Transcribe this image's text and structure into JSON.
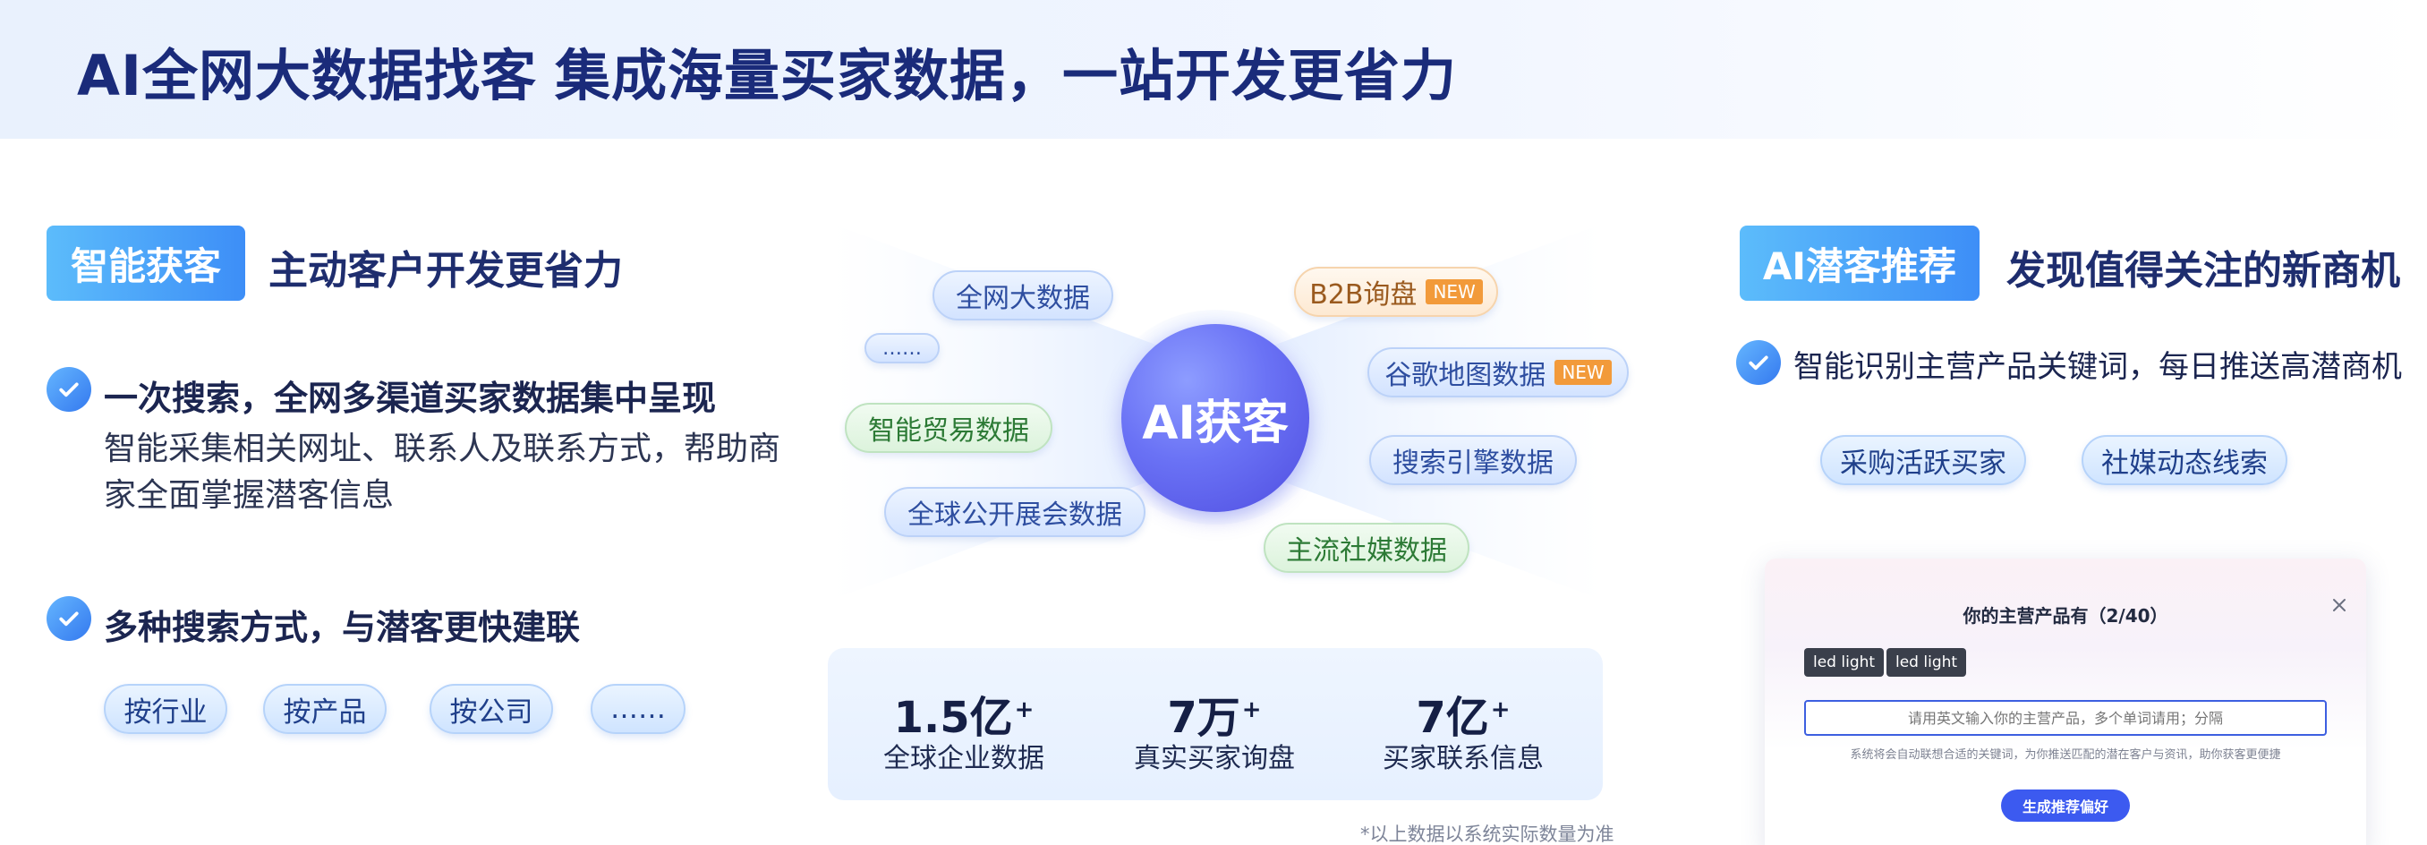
{
  "header": {
    "title": "AI全网大数据找客",
    "subtitle": "集成海量买家数据，一站开发更省力"
  },
  "left": {
    "badge": "智能获客",
    "title": "主动客户开发更省力",
    "feature1": {
      "title": "一次搜索，全网多渠道买家数据集中呈现",
      "desc": "智能采集相关网址、联系人及联系方式，帮助商家全面掌握潜客信息"
    },
    "feature2": {
      "title": "多种搜索方式，与潜客更快建联"
    },
    "pills": [
      "按行业",
      "按产品",
      "按公司",
      "……"
    ]
  },
  "center": {
    "core_label": "AI获客",
    "tags_left": [
      "全网大数据",
      "……",
      "智能贸易数据",
      "全球公开展会数据"
    ],
    "tags_right": [
      "B2B询盘",
      "谷歌地图数据",
      "搜索引擎数据",
      "主流社媒数据"
    ],
    "new_badge": "NEW",
    "stats": [
      {
        "value": "1.5亿",
        "sup": "+",
        "label": "全球企业数据"
      },
      {
        "value": "7万",
        "sup": "+",
        "label": "真实买家询盘"
      },
      {
        "value": "7亿",
        "sup": "+",
        "label": "买家联系信息"
      }
    ],
    "footnote": "*以上数据以系统实际数量为准"
  },
  "right": {
    "badge": "AI潜客推荐",
    "title": "发现值得关注的新商机",
    "feature1": "智能识别主营产品关键词，每日推送高潜商机",
    "pills": [
      "采购活跃买家",
      "社媒动态线索"
    ],
    "modal": {
      "title": "你的主营产品有（2/40）",
      "chips": [
        "led light",
        "led light"
      ],
      "input_placeholder": "请用英文输入你的主营产品，多个单词请用；分隔",
      "hint": "系统将会自动联想合适的关键词，为你推送匹配的潜在客户与资讯，助你获客更便捷",
      "button": "生成推荐偏好"
    }
  },
  "colors": {
    "brand_dark": "#1a2b7a",
    "accent_blue": "#3d8ef7",
    "ai_purple": "#6a72f5",
    "new_orange": "#f29a3a"
  },
  "icons": [
    "check-circle-icon",
    "close-icon"
  ]
}
